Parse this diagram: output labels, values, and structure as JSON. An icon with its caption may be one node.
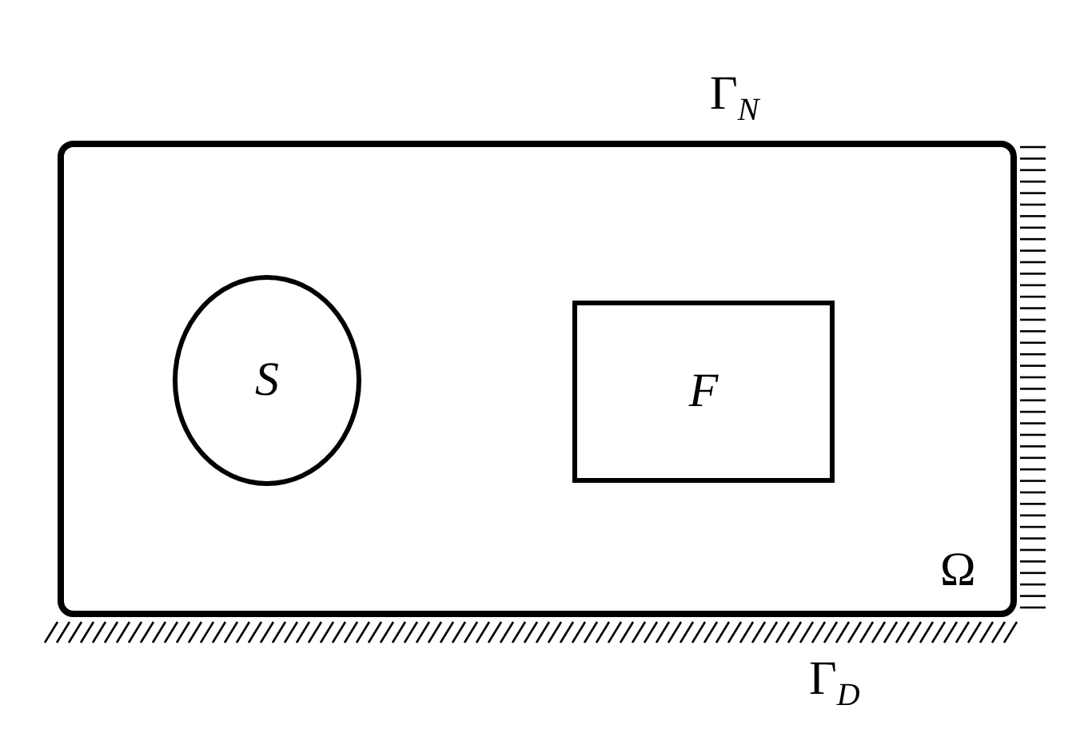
{
  "diagram": {
    "nodes": [
      {
        "text": [
          "Ω"
        ]
      },
      {
        "text": [
          "S"
        ],
        "in": 0
      },
      {
        "text": [
          "F"
        ],
        "in": 0
      }
    ],
    "edges": [],
    "labels": [
      "Γ$_{N}$",
      "Γ$_{D}$"
    ]
  }
}
